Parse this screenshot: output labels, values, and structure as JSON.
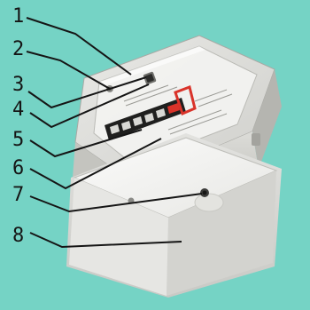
{
  "labels": [
    {
      "number": "1"
    },
    {
      "number": "2"
    },
    {
      "number": "3"
    },
    {
      "number": "4"
    },
    {
      "number": "5"
    },
    {
      "number": "6"
    },
    {
      "number": "7"
    },
    {
      "number": "8"
    }
  ],
  "colors": {
    "background": "#75d3c5",
    "meter_body": "#d6d6d2",
    "terminal_cover": "#f1f1ef",
    "leader_line": "#151515",
    "seal_red": "#d9332a"
  },
  "counter_digits": [
    "",
    "",
    "",
    "",
    "",
    ""
  ]
}
